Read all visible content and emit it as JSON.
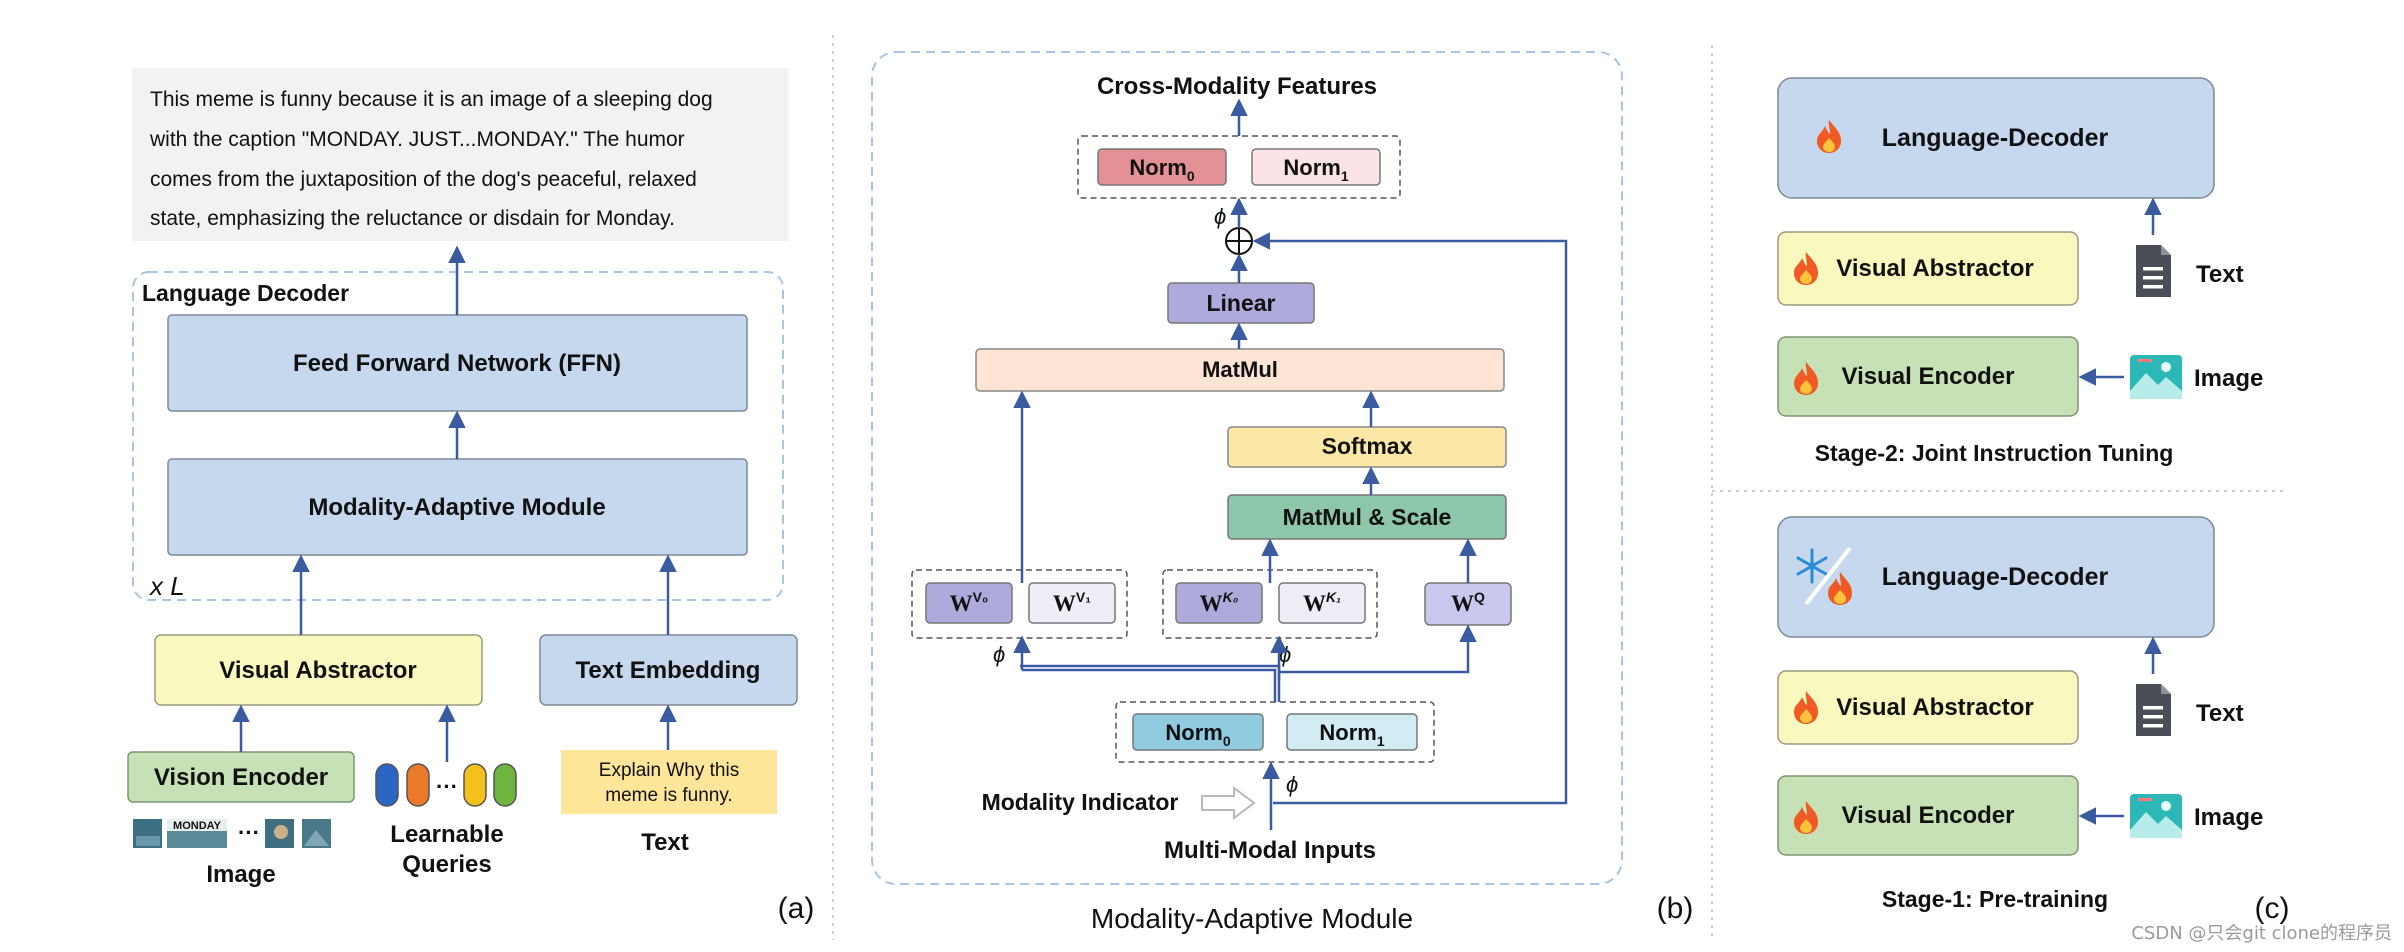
{
  "panel_a": {
    "output_text": [
      "This meme is funny because it is an image of a sleeping dog",
      "with the caption \"MONDAY. JUST...MONDAY.\" The humor",
      "comes from the juxtaposition of the dog's peaceful, relaxed",
      "state, emphasizing the reluctance or disdain for Monday."
    ],
    "decoder_title": "Language Decoder",
    "ffn": "Feed Forward Network (FFN)",
    "mam": "Modality-Adaptive Module",
    "repeat": "x L",
    "visual_abstractor": "Visual Abstractor",
    "text_embedding": "Text Embedding",
    "vision_encoder": "Vision Encoder",
    "image_label": "Image",
    "thumb_caption": "MONDAY",
    "queries_ellipsis": "···",
    "queries_label": [
      "Learnable",
      "Queries"
    ],
    "prompt": [
      "Explain Why this",
      "meme is funny."
    ],
    "text_label": "Text",
    "panel_letter": "(a)"
  },
  "panel_b": {
    "title": "Cross-Modality Features",
    "norm0": "Norm",
    "norm1": "Norm",
    "sub0": "0",
    "sub1": "1",
    "phi": "ϕ",
    "linear": "Linear",
    "matmul": "MatMul",
    "softmax": "Softmax",
    "matmul_scale": "MatMul & Scale",
    "w": "W",
    "sup_v0": "V₀",
    "sup_v1": "V₁",
    "sup_k0": "K₀",
    "sup_k1": "K₁",
    "sup_q": "Q",
    "modality_indicator": "Modality Indicator",
    "inputs": "Multi-Modal Inputs",
    "caption": "Modality-Adaptive Module",
    "panel_letter": "(b)"
  },
  "panel_c": {
    "stage2": {
      "decoder": "Language-Decoder",
      "abstractor": "Visual Abstractor",
      "encoder": "Visual Encoder",
      "text": "Text",
      "image": "Image",
      "caption": "Stage-2: Joint Instruction Tuning"
    },
    "stage1": {
      "decoder": "Language-Decoder",
      "abstractor": "Visual Abstractor",
      "encoder": "Visual Encoder",
      "text": "Text",
      "image": "Image",
      "caption": "Stage-1: Pre-training"
    },
    "panel_letter": "(c)",
    "watermark": "CSDN @只会git clone的程序员"
  },
  "colors": {
    "blue_box": "#c5d8ee",
    "yellow_box": "#f9f8bf",
    "green_box": "#c6e1b5",
    "arrow": "#3a5ba0",
    "dash": "#a9c4e4"
  }
}
